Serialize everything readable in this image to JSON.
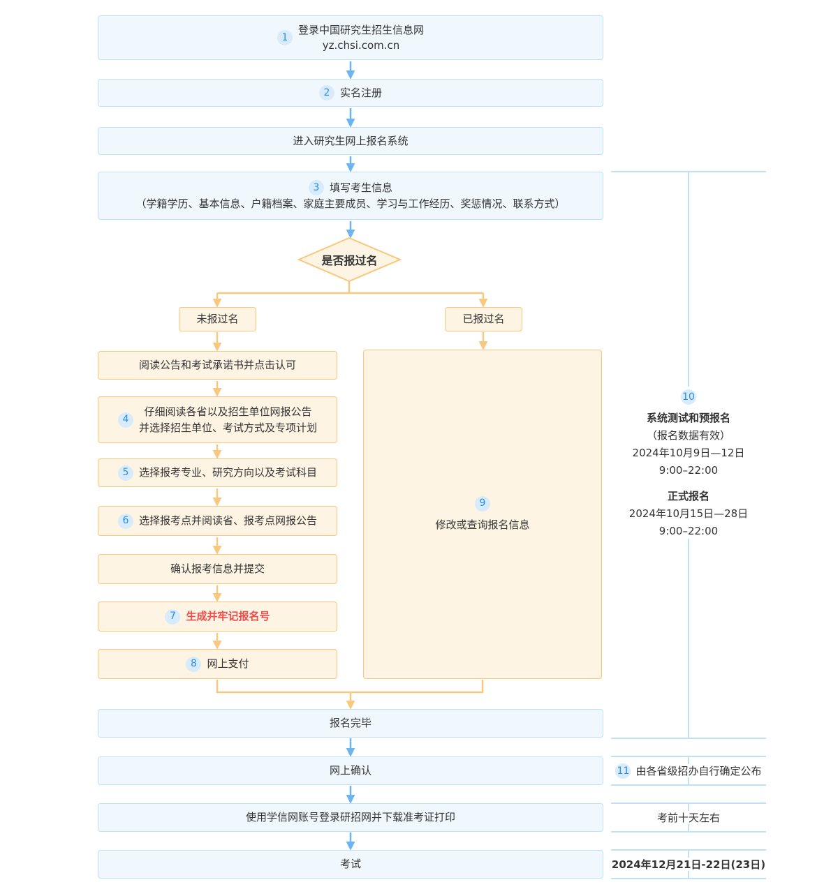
{
  "colors": {
    "box_blue_fill": "#f0f8fe",
    "box_blue_border": "#bee3f8",
    "box_orange_fill": "#fdf4e4",
    "box_orange_border": "#f7c87d",
    "arrow_blue": "#6cb5ef",
    "arrow_orange": "#f7c87d",
    "badge_bg": "#d7ebfb",
    "badge_text": "#2a8de2",
    "highlight_red": "#f04a49",
    "bracket_line": "#abd7f2"
  },
  "flow": {
    "top": [
      {
        "badge": "1",
        "line1": "登录中国研究生招生信息网",
        "line2": "yz.chsi.com.cn"
      },
      {
        "badge": "2",
        "label": "实名注册"
      },
      {
        "label": "进入研究生网上报名系统"
      },
      {
        "badge": "3",
        "line1": "填写考生信息",
        "line2": "（学籍学历、基本信息、户籍档案、家庭主要成员、学习与工作经历、奖惩情况、联系方式）"
      }
    ],
    "decision": {
      "label": "是否报过名"
    },
    "branch_left": "未报过名",
    "branch_right": "已报过名",
    "left_steps": [
      {
        "label": "阅读公告和考试承诺书并点击认可"
      },
      {
        "badge": "4",
        "line1": "仔细阅读各省以及招生单位网报公告",
        "line2": "并选择招生单位、考试方式及专项计划"
      },
      {
        "badge": "5",
        "label": "选择报考专业、研究方向以及考试科目"
      },
      {
        "badge": "6",
        "label": "选择报考点并阅读省、报考点网报公告"
      },
      {
        "label": "确认报考信息并提交"
      },
      {
        "badge": "7",
        "label": "生成并牢记报名号"
      },
      {
        "badge": "8",
        "label": "网上支付"
      }
    ],
    "right_step": {
      "badge": "9",
      "label": "修改或查询报名信息"
    },
    "bottom": [
      {
        "label": "报名完毕"
      },
      {
        "label": "网上确认"
      },
      {
        "label": "使用学信网账号登录研招网并下载准考证打印"
      },
      {
        "label": "考试"
      }
    ]
  },
  "sidebar": {
    "step10": {
      "badge": "10",
      "title1": "系统测试和预报名",
      "note": "（报名数据有效）",
      "date1": "2024年10月9日—12日",
      "time1": "9:00–22:00",
      "title2": "正式报名",
      "date2": "2024年10月15日—28日",
      "time2": "9:00–22:00"
    },
    "annotations": [
      {
        "badge": "11",
        "text": "由各省级招办自行确定公布"
      },
      {
        "text": "考前十天左右"
      },
      {
        "text": "2024年12月21日-22日(23日)"
      }
    ]
  }
}
